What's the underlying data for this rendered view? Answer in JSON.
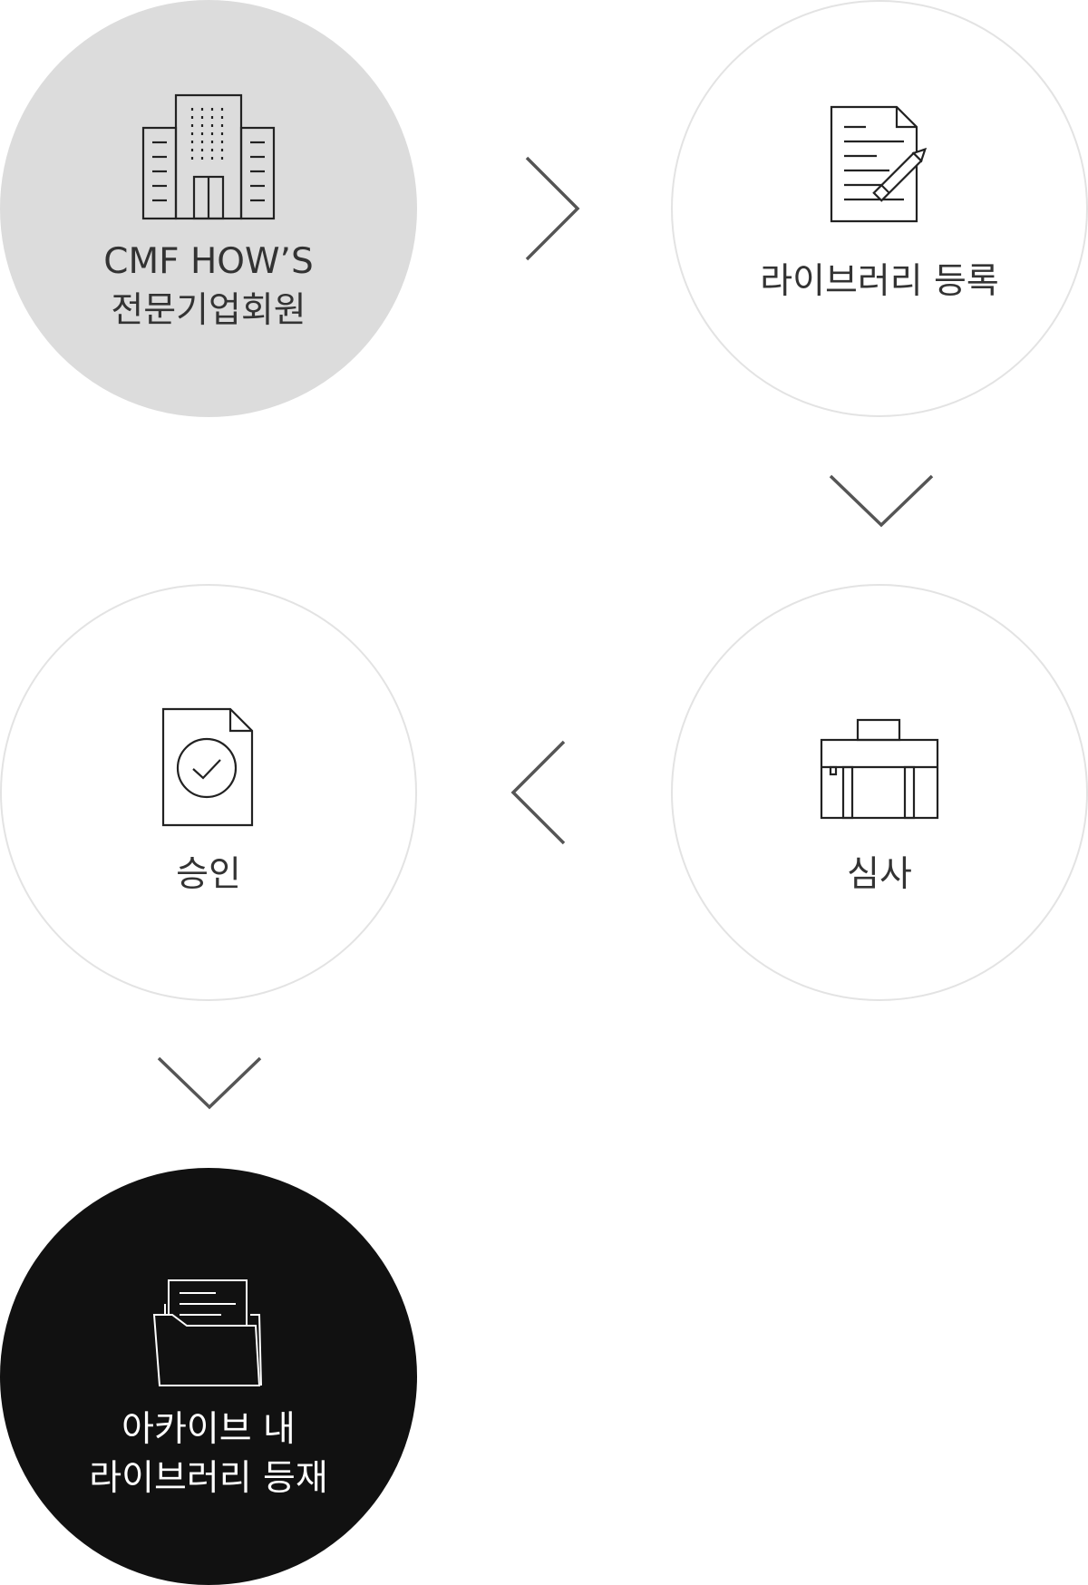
{
  "steps": [
    {
      "label_lines": [
        "CMF HOW’S",
        "전문기업회원"
      ],
      "icon": "building-icon"
    },
    {
      "label_lines": [
        "라이브러리 등록"
      ],
      "icon": "document-pencil-icon"
    },
    {
      "label_lines": [
        "심사"
      ],
      "icon": "briefcase-icon"
    },
    {
      "label_lines": [
        "승인"
      ],
      "icon": "document-check-icon"
    },
    {
      "label_lines": [
        "아카이브 내",
        "라이브러리 등재"
      ],
      "icon": "folder-document-icon"
    }
  ],
  "arrows": [
    {
      "direction": "right",
      "icon": "chevron-right-icon"
    },
    {
      "direction": "down",
      "icon": "chevron-down-icon"
    },
    {
      "direction": "left",
      "icon": "chevron-left-icon"
    },
    {
      "direction": "down",
      "icon": "chevron-down-icon"
    }
  ],
  "colors": {
    "step_start_bg": "#dcdcdc",
    "step_mid_bg": "#ffffff",
    "step_mid_border": "#e3e3e3",
    "step_end_bg": "#111111",
    "text_dark": "#333333",
    "text_light": "#ffffff",
    "arrow": "#555555"
  }
}
